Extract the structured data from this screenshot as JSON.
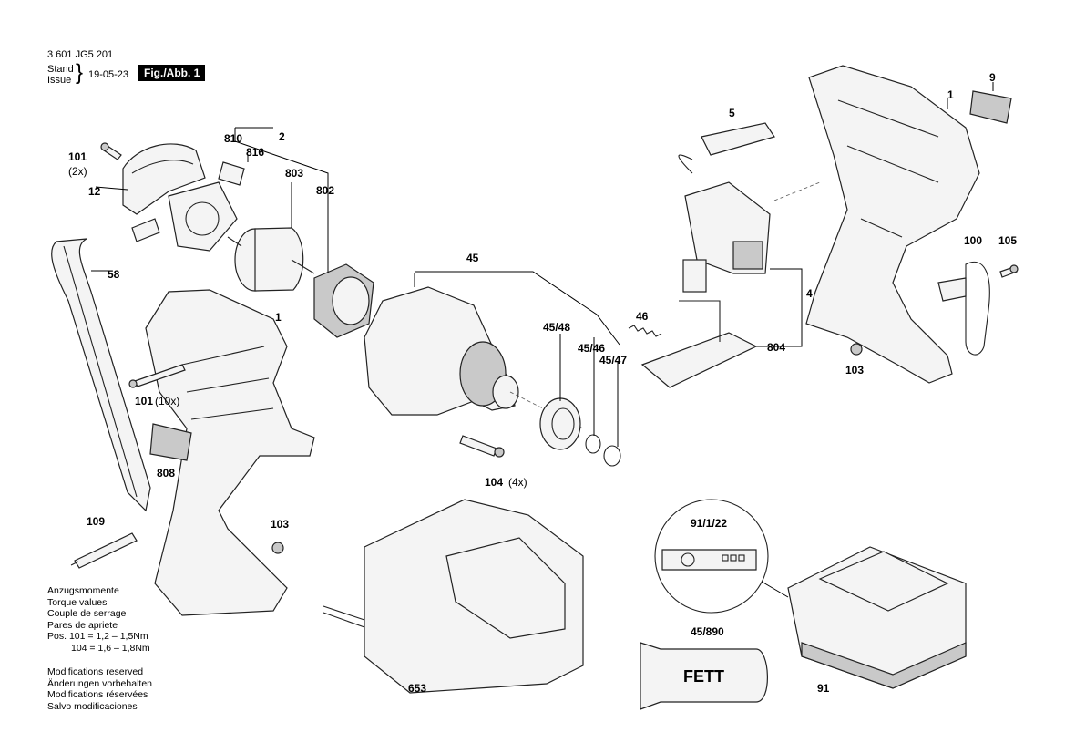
{
  "header": {
    "doc_number": "3 601 JG5 201",
    "stand_label": "Stand",
    "issue_label": "Issue",
    "date": "19-05-23",
    "fig_label": "Fig./Abb. 1"
  },
  "part_labels": {
    "p1_top": "1",
    "p1_housing": "1",
    "p2": "2",
    "p4": "4",
    "p5": "5",
    "p9": "9",
    "p12": "12",
    "p45": "45",
    "p45_48": "45/48",
    "p45_46": "45/46",
    "p45_47": "45/47",
    "p46": "46",
    "p58": "58",
    "p91": "91",
    "p91_1_22": "91/1/22",
    "p100": "100",
    "p101_2x_num": "101",
    "p101_2x_qty": "(2x)",
    "p101_10x": "101",
    "p101_10x_qty": "(10x)",
    "p103_left": "103",
    "p103_right": "103",
    "p104": "104",
    "p104_qty": "(4x)",
    "p105": "105",
    "p109": "109",
    "p653": "653",
    "p802": "802",
    "p803": "803",
    "p804": "804",
    "p808": "808",
    "p810": "810",
    "p816": "816",
    "p45_890": "45/890",
    "fett": "FETT"
  },
  "torque": {
    "lines": [
      "Anzugsmomente",
      "Torque values",
      "Couple de serrage",
      "Pares de apriete"
    ],
    "pos_label": "Pos.",
    "row1": "101 = 1,2 – 1,5Nm",
    "row2": "104 = 1,6 – 1,8Nm"
  },
  "modifications": [
    "Modifications reserved",
    "Änderungen vorbehalten",
    "Modifications réservées",
    "Salvo modificaciones"
  ]
}
